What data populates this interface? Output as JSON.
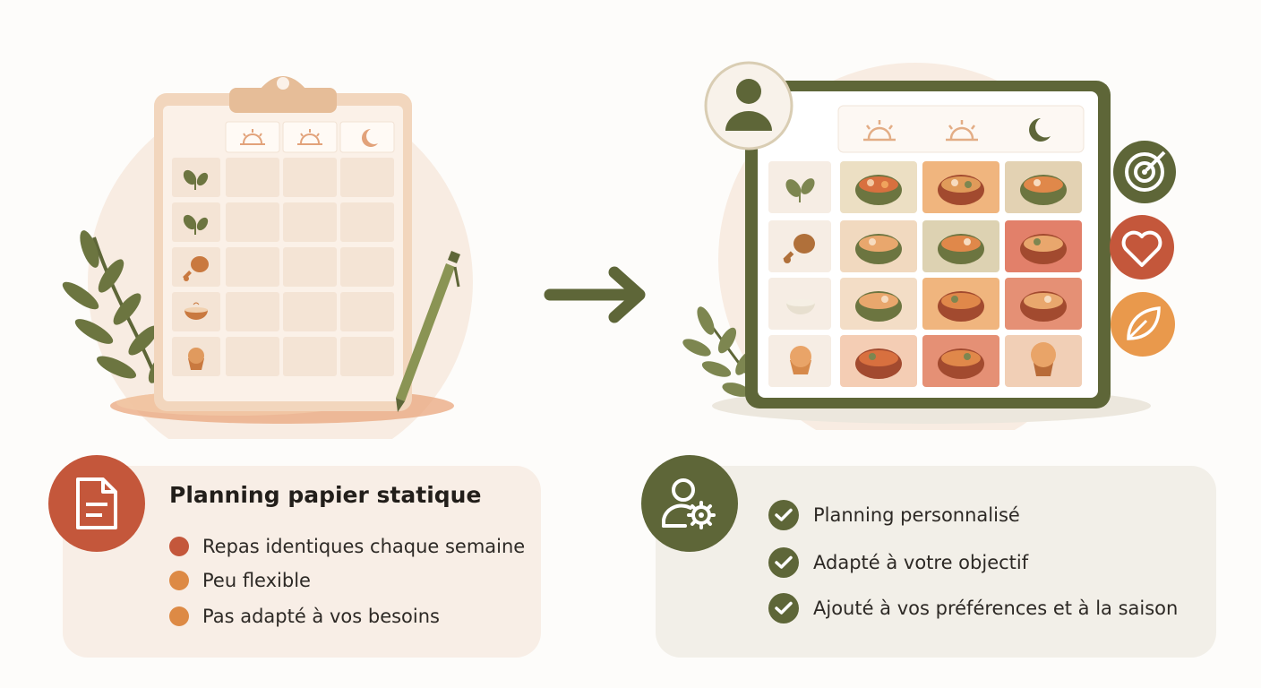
{
  "left_panel": {
    "title": "Planning papier statique",
    "icon": "document-icon",
    "bullets": [
      {
        "text": "Repas identiques chaque semaine",
        "color": "#c4573b"
      },
      {
        "text": "Peu flexible",
        "color": "#dd8a45"
      },
      {
        "text": "Pas adapté à vos besoins",
        "color": "#dd8a45"
      }
    ]
  },
  "right_panel": {
    "icon": "user-settings-icon",
    "items": [
      {
        "text": "Planning personnalisé"
      },
      {
        "text": "Adapté à votre objectif"
      },
      {
        "text": "Ajouté à vos préférences et à la saison"
      }
    ]
  },
  "illustrations": {
    "left": "paper-clipboard-meal-planner",
    "arrow": "arrow-right-icon",
    "right": "digital-tablet-meal-planner",
    "side_icons": [
      "target-icon",
      "heart-icon",
      "leaf-icon"
    ],
    "meal_columns": [
      "sunrise-icon",
      "sun-icon",
      "moon-icon"
    ],
    "row_icons": [
      "leaf-icon",
      "leaf-icon",
      "drumstick-icon",
      "bowl-icon",
      "muffin-icon"
    ]
  },
  "colors": {
    "olive": "#5e6638",
    "terracotta": "#c4573b",
    "orange": "#dd8a45",
    "peach": "#f3c9a3"
  }
}
